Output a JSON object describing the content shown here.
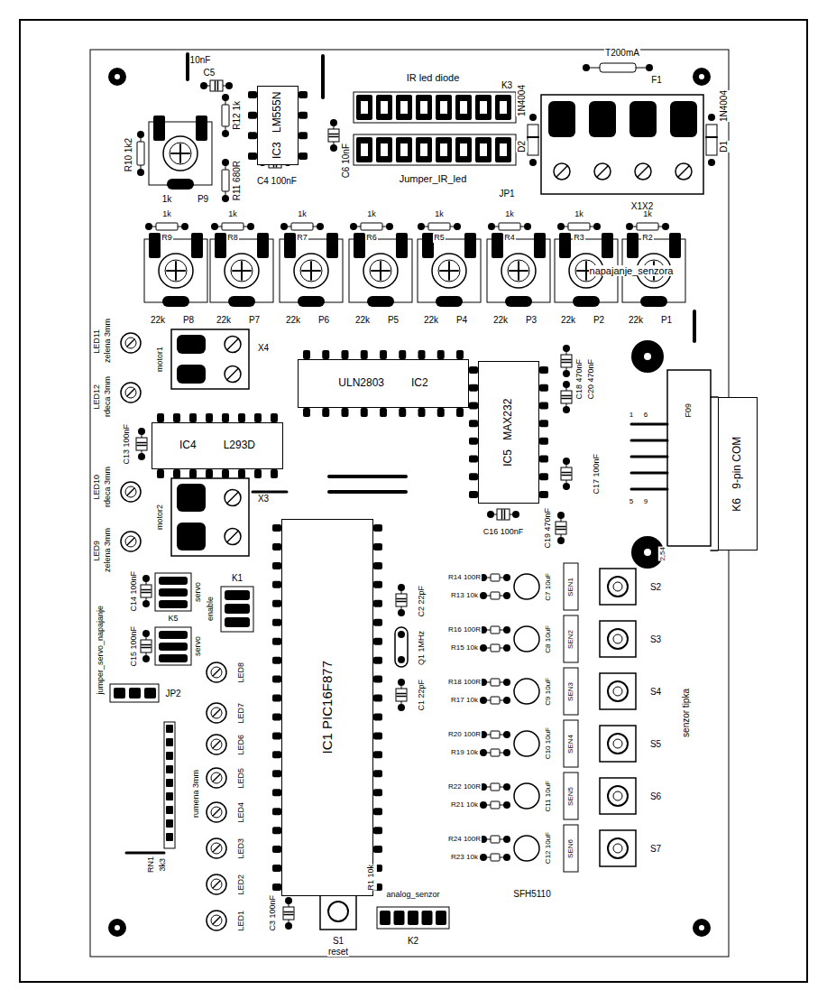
{
  "diagram": {
    "nodes": [
      {
        "text": [
          "IC3",
          "LM555N"
        ]
      },
      {
        "text": [
          "ULN2803",
          "IC2"
        ]
      },
      {
        "text": [
          "IC5",
          "MAX232"
        ]
      },
      {
        "text": [
          "K6",
          "9-pin COM"
        ]
      },
      {
        "text": [
          "IC4",
          "L293D"
        ]
      },
      {
        "text": [
          "IC1 PIC16F877"
        ]
      }
    ],
    "labels": [
      "C5",
      "10nF",
      "R10 1k2",
      "1k",
      "P9",
      "R12 1k",
      "R11 680R",
      "C4 100nF",
      "C6 10nF",
      "IR led diode",
      "K3",
      "Jumper_IR_led",
      "JP1",
      "T200mA",
      "F1",
      "1N4004",
      "D2",
      "1N4004",
      "D1",
      "X1X2",
      "1k",
      "1k",
      "1k",
      "1k",
      "1k",
      "1k",
      "1k",
      "1k",
      "R9",
      "R8",
      "R7",
      "R6",
      "R5",
      "R4",
      "R3",
      "R2",
      "22k",
      "P8",
      "22k",
      "P7",
      "22k",
      "P6",
      "22k",
      "P5",
      "22k",
      "P4",
      "22k",
      "P3",
      "22k",
      "P2",
      "22k",
      "P1",
      "napajanje_senzora",
      "LED11",
      "zelena 3mm",
      "LED12",
      "rdeca 3mm",
      "LED10",
      "rdeca 3mm",
      "LED9",
      "zelena 3mm",
      "X4",
      "motor1",
      "X3",
      "motor2",
      "C13 100nF",
      "C14 100nF",
      "servo",
      "enable",
      "K1",
      "C15 100nF",
      "servo",
      "K5",
      "jumper_servo_napajanje",
      "JP2",
      "LED8",
      "LED7",
      "LED6",
      "LED5",
      "LED4",
      "LED3",
      "LED2",
      "LED1",
      "rumena 3mm",
      "RN1",
      "3k3",
      "C3 100nF",
      "S1",
      "reset",
      "R1 10k",
      "analog_senzor",
      "K2",
      "C2 22pF",
      "Q1 1MHz",
      "C1 22pF",
      "C16 100nF",
      "C19 470nF",
      "C17 100nF",
      "C18 470nF",
      "C20 470nF",
      "F09",
      "1",
      "6",
      "5",
      "9",
      "2,54",
      "R14 100R",
      "R13 10k",
      "C7 10uF",
      "SEN1",
      "S2",
      "R16 100R",
      "R15 10k",
      "C8 10uF",
      "SEN2",
      "S3",
      "R18 100R",
      "R17 10k",
      "C9 10uF",
      "SEN3",
      "S4",
      "R20 100R",
      "R19 10k",
      "C10 10uF",
      "SEN4",
      "S5",
      "R22 100R",
      "R21 10k",
      "C11 10uF",
      "SEN5",
      "S6",
      "R24 100R",
      "R23 10k",
      "C12 10uF",
      "SEN6",
      "S7",
      "SFH5110",
      "senzor tipka"
    ]
  }
}
